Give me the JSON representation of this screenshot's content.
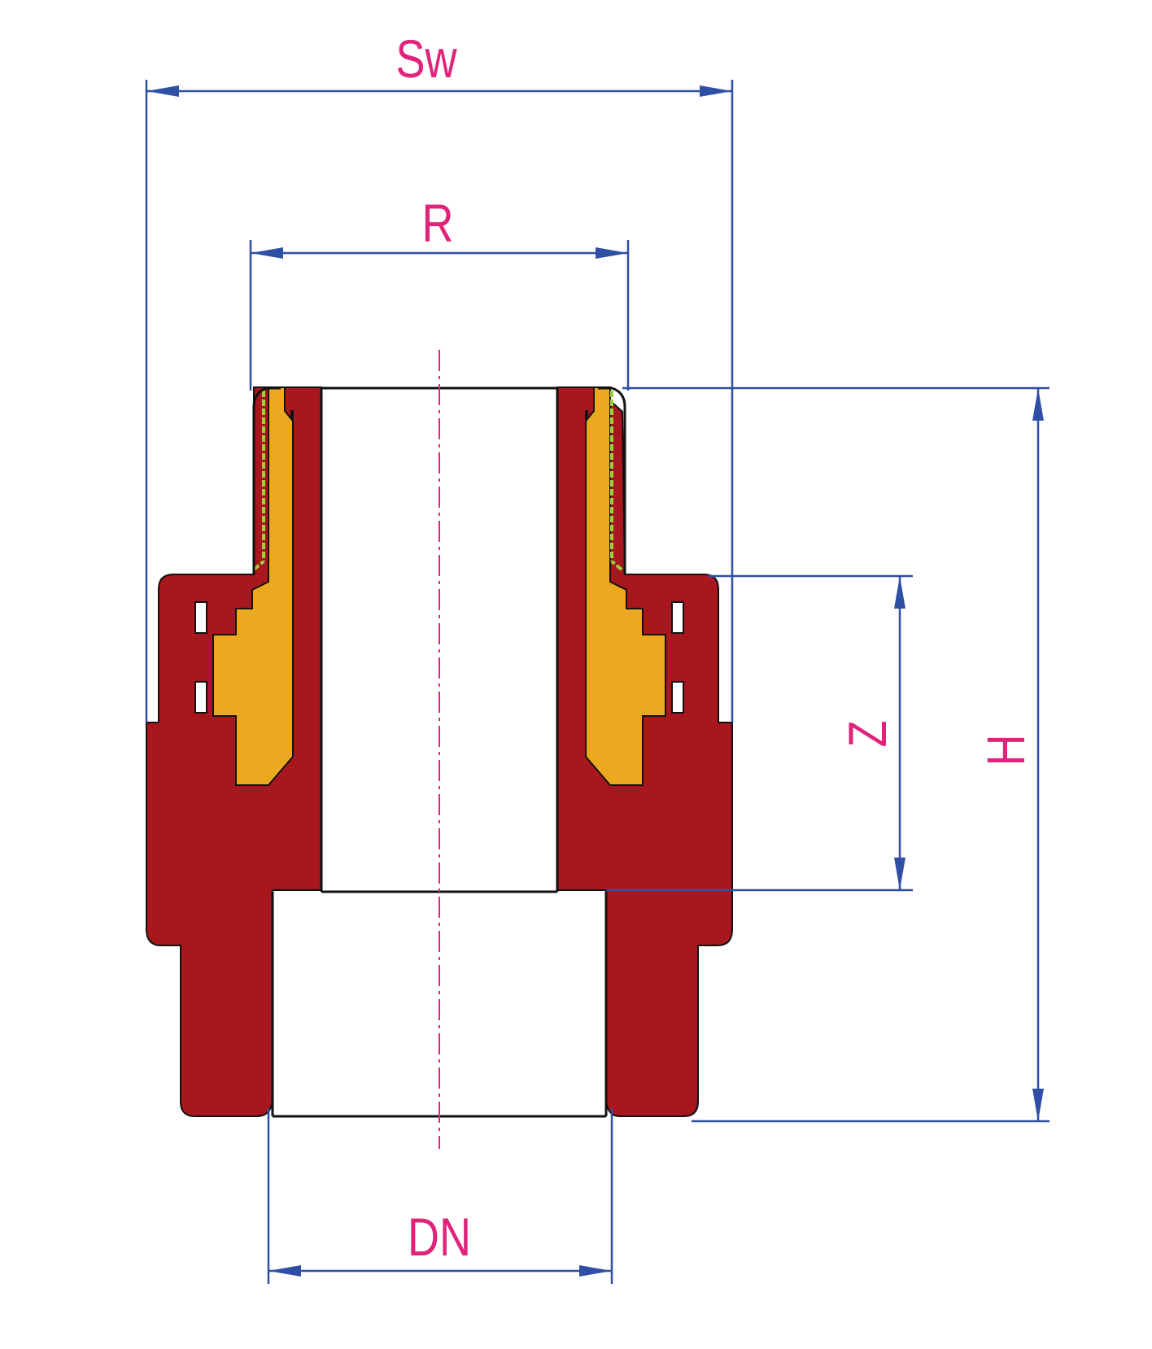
{
  "labels": {
    "sw": "Sw",
    "r": "R",
    "z": "Z",
    "h": "H",
    "dn": "DN"
  },
  "colors": {
    "body": "#a8171e",
    "brass_insert": "#eca81e",
    "thread": "#9bd13a",
    "dimension_line": "#2e4fa3",
    "label": "#e0247c",
    "centerline": "#e0247c",
    "outline": "#111111"
  }
}
